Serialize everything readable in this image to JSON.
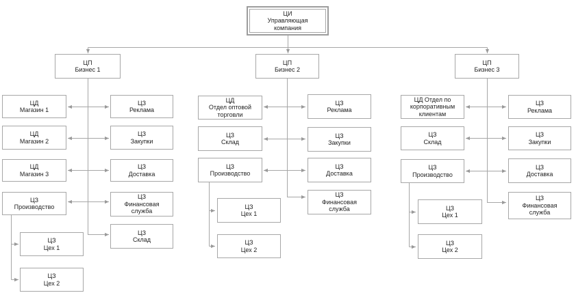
{
  "colors": {
    "line": "#a6a6a6",
    "arrow": "#9a9a9a",
    "box_border": "#a6a6a6",
    "text": "#1f1f1f",
    "background": "#ffffff"
  },
  "diagram": {
    "root": {
      "label": "ЦИ\nУправляющая\nкомпания"
    },
    "branches": [
      {
        "header": {
          "label": "ЦП\nБизнес 1"
        },
        "left": [
          "ЦД\nМагазин 1",
          "ЦД\nМагазин 2",
          "ЦД\nМагазин 3",
          "ЦЗ\nПроизводство"
        ],
        "right": [
          "ЦЗ\nРеклама",
          "ЦЗ\nЗакупки",
          "ЦЗ\nДоставка",
          "ЦЗ\nФинансовая\nслужба",
          "ЦЗ\nСклад"
        ],
        "subs": [
          "ЦЗ\nЦех 1",
          "ЦЗ\nЦех 2"
        ]
      },
      {
        "header": {
          "label": "ЦП\nБизнес 2"
        },
        "left": [
          "ЦД\nОтдел оптовой\nторговли",
          "ЦЗ\nСклад",
          "ЦЗ\nПроизводство"
        ],
        "right": [
          "ЦЗ\nРеклама",
          "ЦЗ\nЗакупки",
          "ЦЗ\nДоставка",
          "ЦЗ\nФинансовая\nслужба"
        ],
        "subs": [
          "ЦЗ\nЦех 1",
          "ЦЗ\nЦех 2"
        ]
      },
      {
        "header": {
          "label": "ЦП\nБизнес 3"
        },
        "left": [
          "ЦД Отдел по\nкорпоративным\nклиентам",
          "ЦЗ\nСклад",
          "ЦЗ\nПроизводство"
        ],
        "right": [
          "ЦЗ\nРеклама",
          "ЦЗ\nЗакупки",
          "ЦЗ\nДоставка",
          "ЦЗ\nФинансовая\nслужба"
        ],
        "subs": [
          "ЦЗ\nЦех 1",
          "ЦЗ\nЦех 2"
        ]
      }
    ]
  }
}
